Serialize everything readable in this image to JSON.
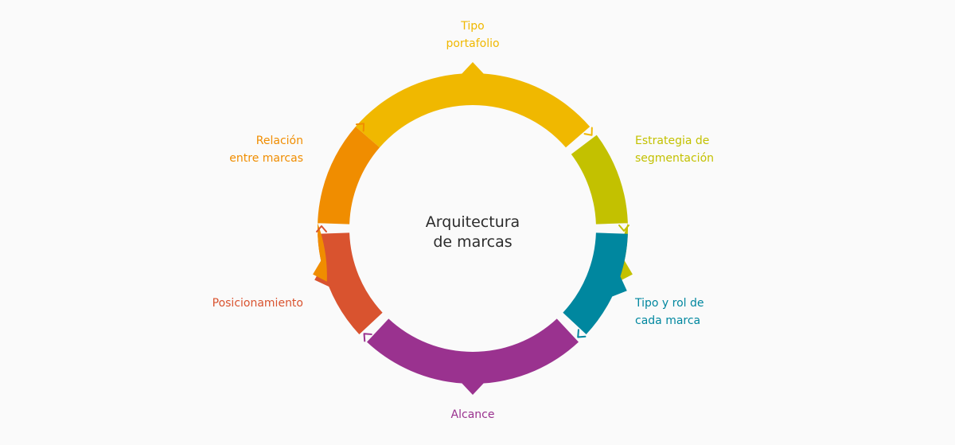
{
  "diagram": {
    "center_title": "Arquitectura\nde marcas",
    "segments": [
      {
        "label": "Tipo\nportafolio",
        "color": "#f0b800"
      },
      {
        "label": "Estrategia de\nsegmentación",
        "color": "#c3c100"
      },
      {
        "label": "Tipo y rol de\ncada marca",
        "color": "#00879f"
      },
      {
        "label": "Alcance",
        "color": "#9a328f"
      },
      {
        "label": "Posicionamiento",
        "color": "#d9532f"
      },
      {
        "label": "Relación\nentre marcas",
        "color": "#f08d00"
      }
    ]
  }
}
